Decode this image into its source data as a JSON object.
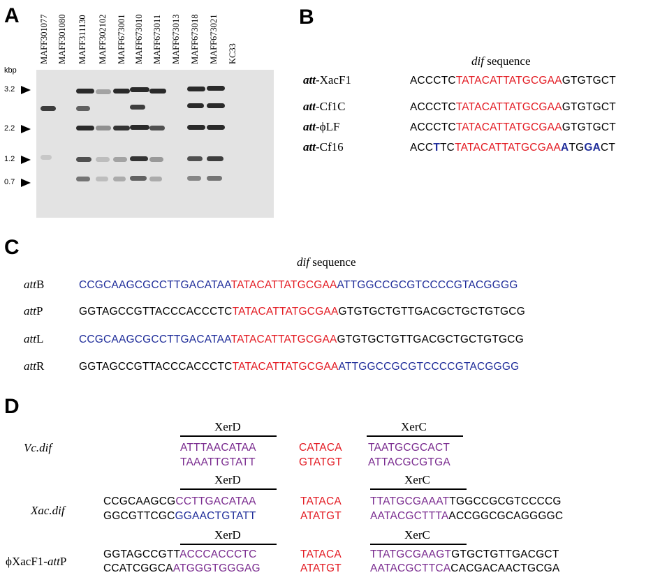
{
  "panels": {
    "A": "A",
    "B": "B",
    "C": "C",
    "D": "D"
  },
  "gel": {
    "unit": "kbp",
    "lanes": [
      "MAFF301077",
      "MAFF301080",
      "MAFF311130",
      "MAFF302102",
      "MAFF673001",
      "MAFF673010",
      "MAFF673011",
      "MAFF673013",
      "MAFF673018",
      "MAFF673021",
      "KC33"
    ],
    "markers": [
      "3.2",
      "2.2",
      "1.2",
      "0.7"
    ]
  },
  "panelB": {
    "heading_italic": "dif",
    "heading_rest": " sequence",
    "rows": [
      {
        "pre": "att",
        "name": "-XacF1",
        "s1": "ACCCTC",
        "s2": "TATACATTATGCGAA",
        "s3": "GTGTGCT"
      },
      {
        "pre": "att",
        "name": "-Cf1C",
        "s1": "ACCCTC",
        "s2": "TATACATTATGCGAA",
        "s3": "GTGTGCT"
      },
      {
        "pre": "att",
        "name": "-ϕLF",
        "s1": "ACCCTC",
        "s2": "TATACATTATGCGAA",
        "s3": "GTGTGCT"
      },
      {
        "pre": "att",
        "name": "-Cf16",
        "p1": "ACC",
        "p2": "T",
        "p3": "TC",
        "s2": "TATACATTATGCGAA",
        "q1": "A",
        "q2": "TG",
        "q3": "GA",
        "q4": "CT"
      }
    ]
  },
  "panelC": {
    "heading_italic": "dif",
    "heading_rest": " sequence",
    "rows": [
      {
        "pre": "att",
        "suf": "B",
        "left": "CCGCAAGCGCCTTGACATAA",
        "mid": "TATACATTATGCGAA",
        "right": "ATTGGCCGCGTCCCCGTACGGGG"
      },
      {
        "pre": "att",
        "suf": "P",
        "left": "GGTAGCCGTTACCCACCCTC",
        "mid": "TATACATTATGCGAA",
        "right": "GTGTGCTGTTGACGCTGCTGTGCG"
      },
      {
        "pre": "att",
        "suf": "L",
        "left": "CCGCAAGCGCCTTGACATAA",
        "mid": "TATACATTATGCGAA",
        "right": "GTGTGCTGTTGACGCTGCTGTGCG"
      },
      {
        "pre": "att",
        "suf": "R",
        "left": "GGTAGCCGTTACCCACCCTC",
        "mid": "TATACATTATGCGAA",
        "right": "ATTGGCCGCGTCCCCGTACGGGG"
      }
    ]
  },
  "panelD": {
    "xerd": "XerD",
    "xerc": "XerC",
    "vc": {
      "label": "Vc.dif",
      "top": [
        "ATTTAACATAA",
        "CATACA",
        "TAATGCGCACT"
      ],
      "bot": [
        "TAAATTGTATT",
        "GTATGT",
        "ATTACGCGTGA"
      ]
    },
    "xac": {
      "label": "Xac.dif",
      "top": [
        "CCGCAAGCG",
        "CCTTGACATAA",
        "TATACA",
        "TTATGCGAAAT",
        "TGGCCGCGTCCCCG"
      ],
      "bot": [
        "GGCGTTCGC",
        "GGAACTGTATT",
        "ATATGT",
        "AATACGCTTTA",
        "ACCGGCGCAGGGGC"
      ]
    },
    "phi": {
      "label_pre": "ϕXacF1-",
      "label_it": "att",
      "label_suf": "P",
      "top": [
        "GGTAGCCGTT",
        "ACCCACCCTC",
        "TATACA",
        "TTATGCGAAGT",
        "GTGCTGTTGACGCT"
      ],
      "bot": [
        "CCATCGGCA",
        "ATGGGTGGGAG",
        "ATATGT",
        "AATACGCTTCA",
        "CACGACAACTGCGA"
      ]
    }
  }
}
